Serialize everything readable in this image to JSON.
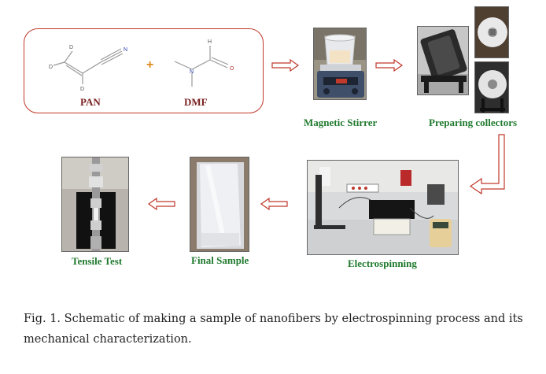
{
  "figure": {
    "reagents": {
      "pan_label": "PAN",
      "dmf_label": "DMF",
      "plus": "+",
      "pan_atoms": [
        "D",
        "D",
        "D",
        "N"
      ],
      "dmf_atoms": [
        "H",
        "O",
        "N"
      ]
    },
    "steps": {
      "magnetic_stirrer": "Magnetic Stirrer",
      "preparing_collectors": "Preparing collectors",
      "electrospinning": "Electrospinning",
      "final_sample": "Final Sample",
      "tensile_test": "Tensile Test"
    },
    "colors": {
      "step_label": "#1f7a2e",
      "chem_label": "#7a1f1f",
      "arrow": "#c0392b",
      "box_border": "#c0392b"
    }
  },
  "caption": {
    "text": "Fig. 1. Schematic of making a sample of nanofibers by electrospinning process and its mechanical characterization."
  }
}
